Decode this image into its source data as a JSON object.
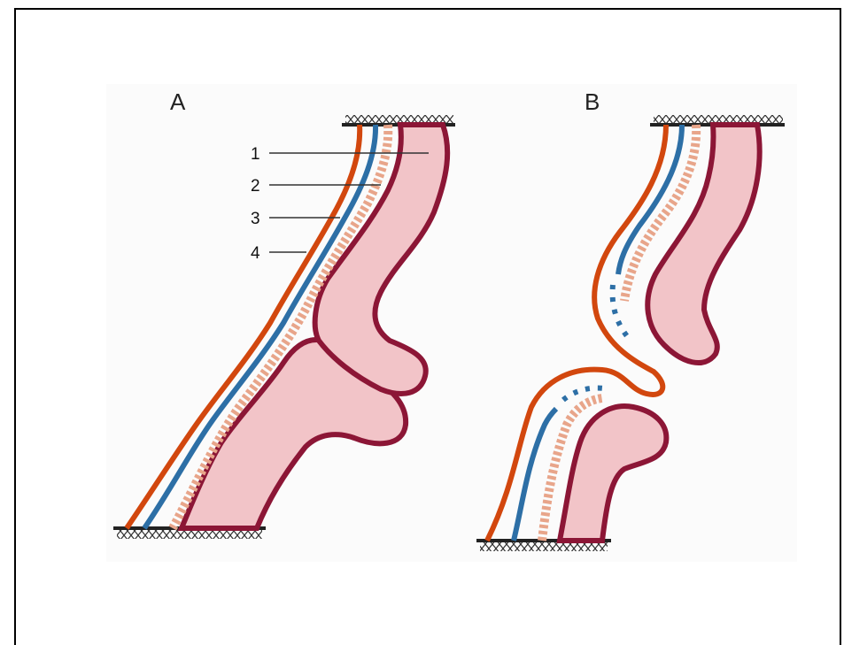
{
  "figure": {
    "panels": [
      {
        "label": "A"
      },
      {
        "label": "B"
      }
    ],
    "layer_labels": [
      "1",
      "2",
      "3",
      "4"
    ],
    "colors": {
      "outer_layer": "#d2470e",
      "blue_layer": "#2d6fa6",
      "wall": "#8c1636",
      "fill": "#f2c4c8",
      "pattern": "#e8a58a",
      "anchor": "#222222"
    }
  }
}
